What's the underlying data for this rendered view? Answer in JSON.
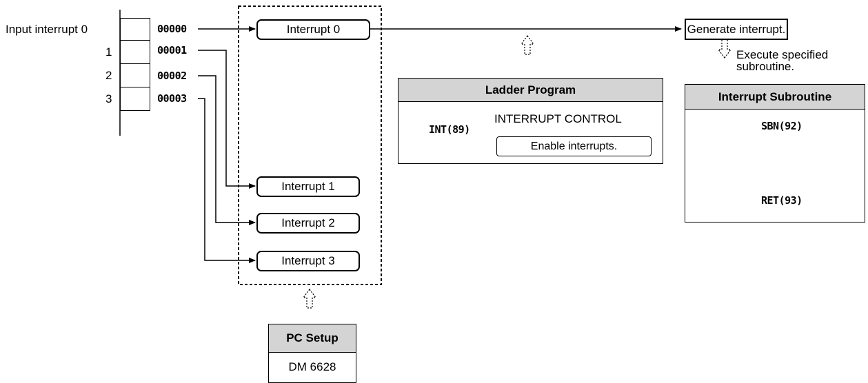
{
  "input_interrupts": {
    "labels": [
      "Input interrupt 0",
      "1",
      "2",
      "3"
    ],
    "addresses": [
      "00000",
      "00001",
      "00002",
      "00003"
    ]
  },
  "interrupts": [
    "Interrupt 0",
    "Interrupt 1",
    "Interrupt 2",
    "Interrupt 3"
  ],
  "ladder_program": {
    "title": "Ladder Program",
    "instruction": "INT(89)",
    "description": "INTERRUPT CONTROL",
    "action": "Enable interrupts."
  },
  "pc_setup": {
    "title": "PC Setup",
    "value": "DM 6628"
  },
  "generate": "Generate interrupt.",
  "execute_note": [
    "Execute specified",
    "subroutine."
  ],
  "interrupt_subroutine": {
    "title": "Interrupt Subroutine",
    "start": "SBN(92)",
    "end": "RET(93)"
  }
}
